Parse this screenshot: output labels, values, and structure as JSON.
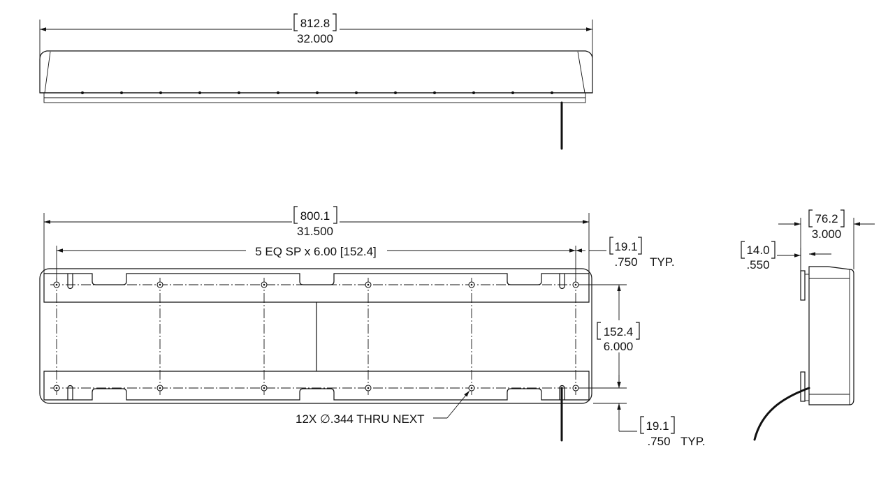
{
  "top_view": {
    "overall_length": {
      "metric": "812.8",
      "imperial": "32.000"
    }
  },
  "plan_view": {
    "overall_length": {
      "metric": "800.1",
      "imperial": "31.500"
    },
    "hole_spacing": "5 EQ SP x 6.00 [152.4]",
    "edge_offset_right": {
      "metric": "19.1",
      "imperial": ".750",
      "suffix": "TYP."
    },
    "row_spacing": {
      "metric": "152.4",
      "imperial": "6.000"
    },
    "edge_offset_bottom": {
      "metric": "19.1",
      "imperial": ".750",
      "suffix": "TYP."
    },
    "hole_callout": "12X  ∅.344 THRU NEXT"
  },
  "side_view": {
    "overall_depth": {
      "metric": "76.2",
      "imperial": "3.000"
    },
    "flange_depth": {
      "metric": "14.0",
      "imperial": ".550"
    }
  }
}
